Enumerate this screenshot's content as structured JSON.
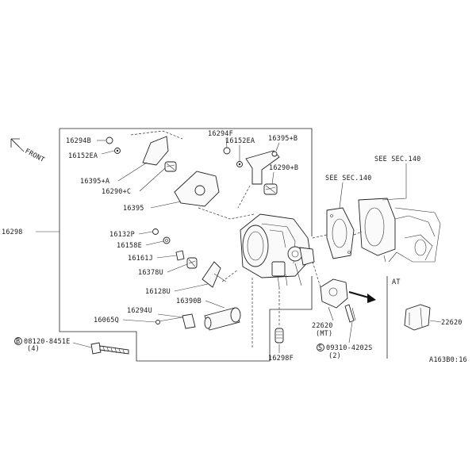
{
  "direction": {
    "label": "FRONT"
  },
  "labels": {
    "p16294B_top": "16294B",
    "p16152EA_top": "16152EA",
    "p16395A": "16395+A",
    "p16290C": "16290+C",
    "p16395": "16395",
    "p16294F": "16294F",
    "p16152EA_mid": "16152EA",
    "p16395B": "16395+B",
    "p16290B": "16290+B",
    "p16298": "16298",
    "p16132P": "16132P",
    "p16158E": "16158E",
    "p16161J": "16161J",
    "p16378U": "16378U",
    "p16128U": "16128U",
    "p16390B": "16390B",
    "p16294U": "16294U",
    "p16065Q": "16065Q",
    "bolt1_code": "08120-8451E",
    "bolt1_qty": "(4)",
    "p16298F": "16298F",
    "p22620_mt": "22620",
    "p22620_mt_note": "(MT)",
    "screw_code": "09310-4202S",
    "screw_qty": "(2)",
    "see_sec_140_a": "SEE SEC.140",
    "see_sec_140_b": "SEE SEC.140",
    "at_label": "AT",
    "p22620_at": "22620",
    "ref_code": "A163B0:16"
  },
  "symbols": {
    "bolt_marker": "B",
    "screw_marker": "S"
  }
}
